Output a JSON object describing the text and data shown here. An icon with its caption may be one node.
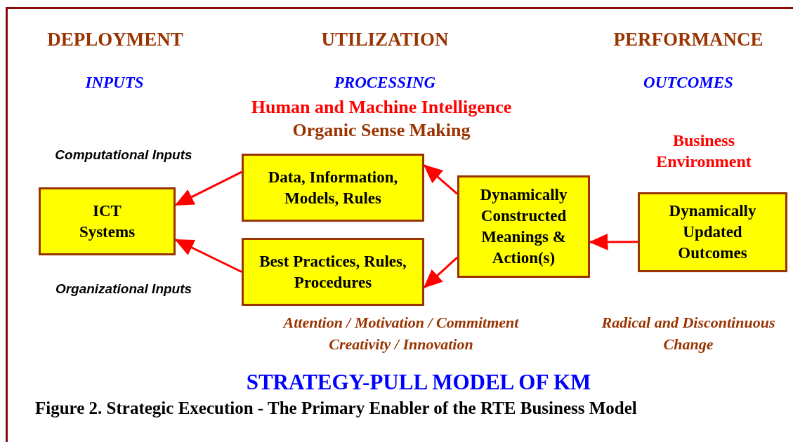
{
  "diagram": {
    "caption": "Figure 2.  Strategic Execution - The Primary Enabler of the RTE Business Model",
    "nodes": [
      {
        "text": [
          "ICT Systems"
        ]
      },
      {
        "text": [
          "Data, Information, Models, Rules"
        ]
      },
      {
        "text": [
          "Best Practices, Rules, Procedures"
        ]
      },
      {
        "text": [
          "Dynamically Constructed Meanings & Action(s)"
        ]
      },
      {
        "text": [
          "Dynamically Updated Outcomes"
        ]
      }
    ],
    "edges": [
      {
        "from": 1,
        "to": 0,
        "arrow": "to"
      },
      {
        "from": 2,
        "to": 0,
        "arrow": "to"
      },
      {
        "from": 3,
        "to": 1,
        "arrow": "to"
      },
      {
        "from": 3,
        "to": 2,
        "arrow": "to"
      },
      {
        "from": 4,
        "to": 3,
        "arrow": "to"
      }
    ],
    "labels": [
      "DEPLOYMENT",
      "UTILIZATION",
      "PERFORMANCE",
      "INPUTS",
      "PROCESSING",
      "OUTCOMES",
      "Human and Machine Intelligence",
      "Organic Sense Making",
      "Business Environment",
      "Computational Inputs",
      "Organizational Inputs",
      "Attention / Motivation / Commitment Creativity / Innovation",
      "Radical and Discontinuous Change",
      "STRATEGY-PULL MODEL OF KM"
    ]
  }
}
